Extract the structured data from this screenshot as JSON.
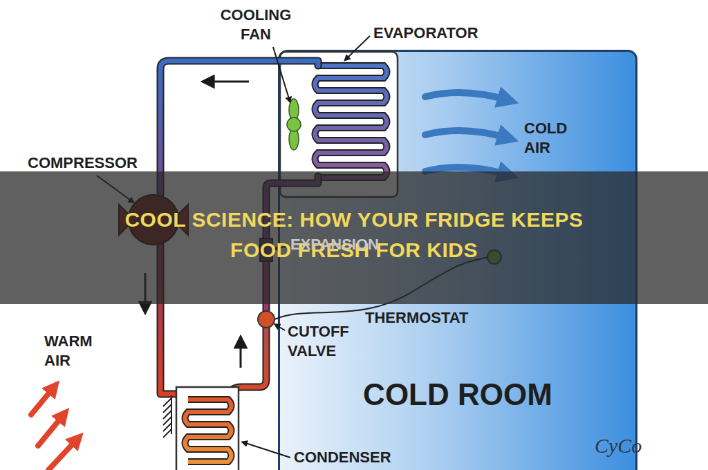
{
  "diagram": {
    "title": "COOL SCIENCE: HOW YOUR FRIDGE KEEPS FOOD FRESH FOR KIDS",
    "nodes": [
      {
        "text": [
          "COLD ROOM"
        ]
      }
    ],
    "labels": [
      "COOLING FAN",
      "EVAPORATOR",
      "COLD AIR",
      "COMPRESSOR",
      "EXPANSION",
      "THERMOSTAT",
      "CUTOFF VALVE",
      "WARM AIR",
      "CONDENSER",
      "CyCo"
    ]
  }
}
